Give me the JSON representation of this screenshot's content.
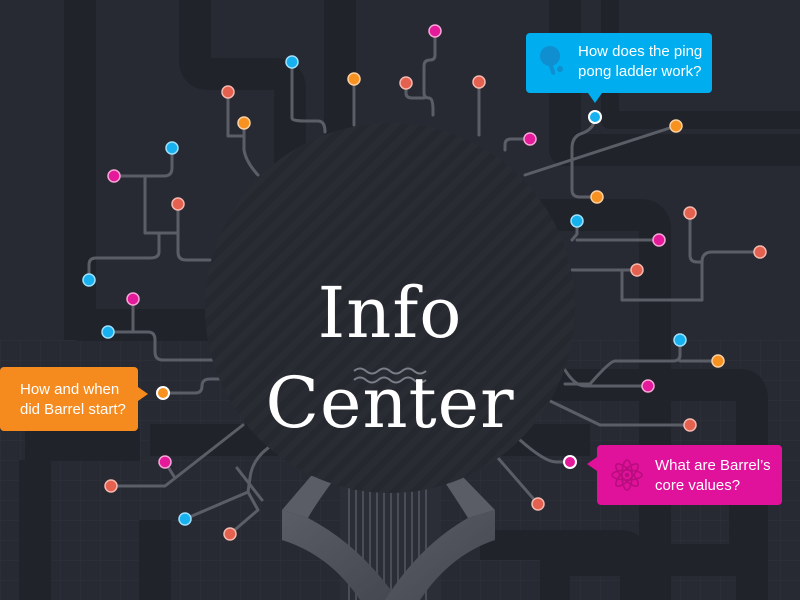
{
  "header": {
    "title": "Info Center"
  },
  "bubbles": {
    "ping_pong": {
      "text_line1": "How does the ping",
      "text_line2": "pong ladder work?",
      "icon": "ping-pong-paddle-icon",
      "color": "#00aeef"
    },
    "start": {
      "text_line1": "How and when",
      "text_line2": "did Barrel start?",
      "color": "#f58a1f"
    },
    "values": {
      "text_line1": "What are Barrel’s",
      "text_line2": "core values?",
      "icon": "flower-star-icon",
      "color": "#e0119a"
    }
  },
  "colors": {
    "background": "#272a33",
    "circle": "#25272e",
    "wire": "#5b5e66",
    "node_blue": "#18b1f0",
    "node_orange": "#f7911f",
    "node_magenta": "#e51a9b",
    "node_red": "#e4614f"
  }
}
